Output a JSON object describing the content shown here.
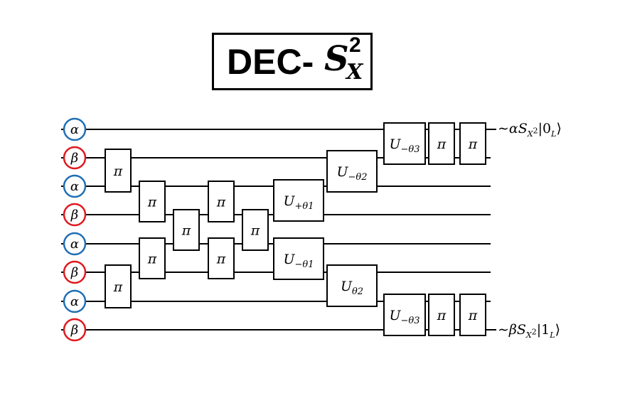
{
  "title": {
    "prefix": "DEC-",
    "symbol": "S",
    "superscript": "2",
    "subscript": "X"
  },
  "inputs": [
    {
      "label": "α",
      "color": "#1f6fb5"
    },
    {
      "label": "β",
      "color": "#e0191f"
    },
    {
      "label": "α",
      "color": "#1f6fb5"
    },
    {
      "label": "β",
      "color": "#e0191f"
    },
    {
      "label": "α",
      "color": "#1f6fb5"
    },
    {
      "label": "β",
      "color": "#e0191f"
    },
    {
      "label": "α",
      "color": "#1f6fb5"
    },
    {
      "label": "β",
      "color": "#e0191f"
    }
  ],
  "gates": [
    {
      "label": "π",
      "sub": ""
    },
    {
      "label": "π",
      "sub": ""
    },
    {
      "label": "π",
      "sub": ""
    },
    {
      "label": "π",
      "sub": ""
    },
    {
      "label": "π",
      "sub": ""
    },
    {
      "label": "π",
      "sub": ""
    },
    {
      "label": "π",
      "sub": ""
    },
    {
      "label": "π",
      "sub": ""
    },
    {
      "label": "U",
      "sub": "+θ1"
    },
    {
      "label": "U",
      "sub": "−θ1"
    },
    {
      "label": "U",
      "sub": "−θ2"
    },
    {
      "label": "U",
      "sub": "θ2"
    },
    {
      "label": "U",
      "sub": "−θ3"
    },
    {
      "label": "π",
      "sub": ""
    },
    {
      "label": "π",
      "sub": ""
    },
    {
      "label": "U",
      "sub": "−θ3"
    },
    {
      "label": "π",
      "sub": ""
    },
    {
      "label": "π",
      "sub": ""
    }
  ],
  "outputs": {
    "top": {
      "prefix": "∼αS",
      "sub": "X",
      "sup": "2",
      "ket": "|0",
      "ket_sub": "L",
      "ket_close": "⟩"
    },
    "bottom": {
      "prefix": "∼βS",
      "sub": "X",
      "sup": "2",
      "ket": "|1",
      "ket_sub": "L",
      "ket_close": "⟩"
    }
  }
}
